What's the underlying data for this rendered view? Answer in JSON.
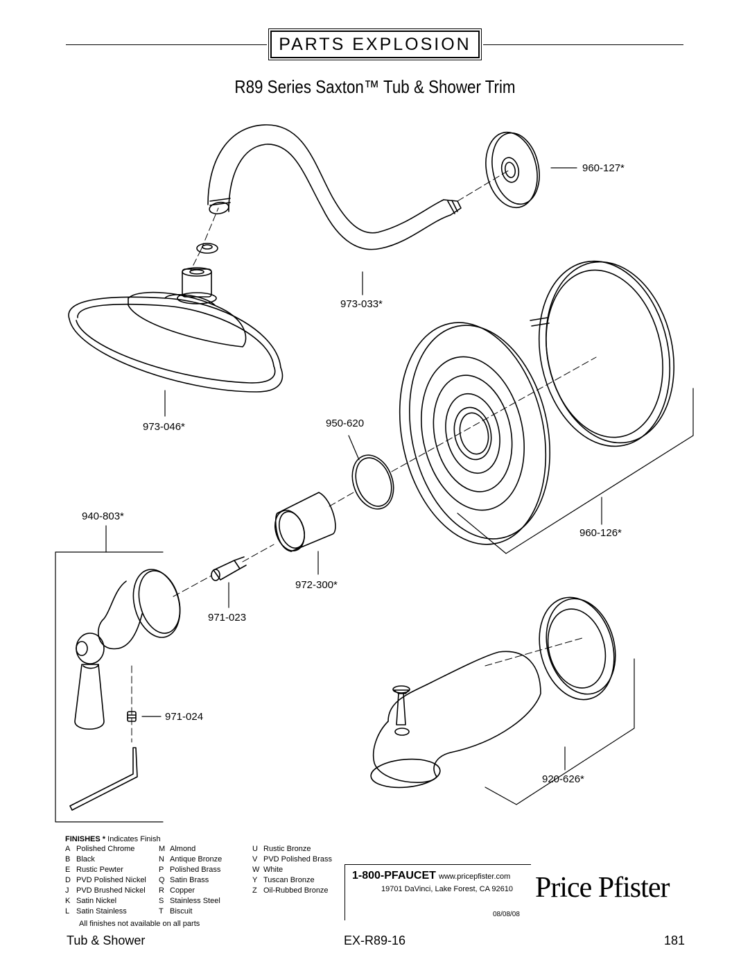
{
  "header": {
    "label": "PARTS EXPLOSION"
  },
  "title": "R89 Series Saxton™ Tub & Shower Trim",
  "parts": {
    "p960_127": "960-127*",
    "p973_033": "973-033*",
    "p973_046": "973-046*",
    "p950_620": "950-620",
    "p960_126": "960-126*",
    "p940_803": "940-803*",
    "p972_300": "972-300*",
    "p971_023": "971-023",
    "p971_024": "971-024",
    "p920_626": "920-626*"
  },
  "finishes": {
    "heading": "FINISHES",
    "star": "*",
    "heading_note": "Indicates Finish",
    "col1": [
      {
        "code": "A",
        "name": "Polished Chrome"
      },
      {
        "code": "B",
        "name": "Black"
      },
      {
        "code": "E",
        "name": "Rustic Pewter"
      },
      {
        "code": "D",
        "name": "PVD Polished Nickel"
      },
      {
        "code": "J",
        "name": "PVD Brushed Nickel"
      },
      {
        "code": "K",
        "name": "Satin Nickel"
      },
      {
        "code": "L",
        "name": "Satin Stainless"
      }
    ],
    "col2": [
      {
        "code": "M",
        "name": "Almond"
      },
      {
        "code": "N",
        "name": "Antique Bronze"
      },
      {
        "code": "P",
        "name": "Polished Brass"
      },
      {
        "code": "Q",
        "name": "Satin Brass"
      },
      {
        "code": "R",
        "name": "Copper"
      },
      {
        "code": "S",
        "name": "Stainless Steel"
      },
      {
        "code": "T",
        "name": "Biscuit"
      }
    ],
    "col3": [
      {
        "code": "U",
        "name": "Rustic Bronze"
      },
      {
        "code": "V",
        "name": "PVD Polished Brass"
      },
      {
        "code": "W",
        "name": "White"
      },
      {
        "code": "Y",
        "name": "Tuscan Bronze"
      },
      {
        "code": "Z",
        "name": "Oil-Rubbed Bronze"
      }
    ],
    "note": "All finishes not available on all parts"
  },
  "contact": {
    "phone": "1-800-PFAUCET",
    "web": "www.pricepfister.com",
    "address": "19701 DaVinci, Lake Forest, CA  92610",
    "date": "08/08/08",
    "brand": "Price Pfister"
  },
  "footer": {
    "category": "Tub & Shower",
    "doc_id": "EX-R89-16",
    "page": "181"
  }
}
